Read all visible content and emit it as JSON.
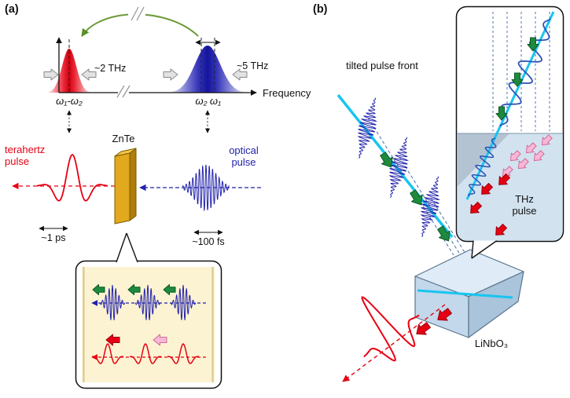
{
  "panel_a": {
    "label": "(a)",
    "spectrum": {
      "thz_bandwidth": "~2 THz",
      "optical_bandwidth": "~5 THz",
      "omega_difference": "ω₁-ω₂",
      "omega_2": "ω₂",
      "omega_1": "ω₁",
      "axis_label": "Frequency"
    },
    "terahertz_pulse_label": "terahertz pulse",
    "crystal_label": "ZnTe",
    "optical_pulse_label": "optical pulse",
    "terahertz_duration": "~1 ps",
    "optical_duration": "~100 fs"
  },
  "panel_b": {
    "label": "(b)",
    "tilted_front_label": "tilted pulse front",
    "crystal_label": "LiNbO₃",
    "thz_pulse_label": "THz pulse"
  },
  "colors": {
    "terahertz_red": "#e60012",
    "optical_blue": "#2222ab",
    "znte_gold": "#e2a81e",
    "linbo3_blue": "#c3d8ea",
    "pulse_front_cyan": "#18c5f0",
    "propagation_green": "#1d8a3e",
    "thz_field_pink": "#f7b8d4",
    "bandwidth_arrow_gray": "#e2e2e2"
  }
}
